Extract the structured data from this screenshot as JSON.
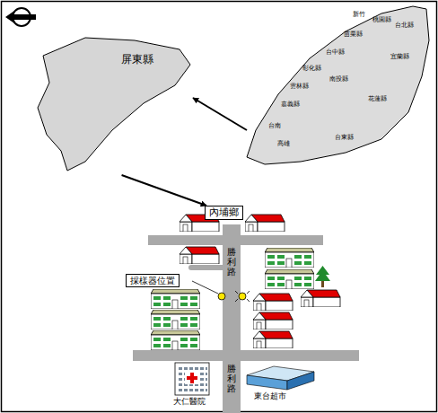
{
  "diagram": {
    "nodes": [
      {
        "text": [
          "屏東縣"
        ]
      },
      {
        "text": [
          "台北縣",
          "桃園縣",
          "新竹",
          "苗栗縣",
          "台中縣",
          "宜蘭縣",
          "彰化縣",
          "南投縣",
          "花蓮縣",
          "雲林縣",
          "嘉義縣",
          "台南",
          "高雄",
          "台東縣"
        ]
      },
      {
        "text": [
          "內埔鄉"
        ]
      },
      {
        "text": [
          "採樣器位置"
        ]
      }
    ],
    "edges": [
      {
        "from": 1,
        "to": 0,
        "arrow": "to"
      },
      {
        "from": 0,
        "to": 2,
        "arrow": "to"
      }
    ],
    "labels": [
      "勝利路",
      "勝利路",
      "大仁醫院",
      "東台超市"
    ]
  }
}
